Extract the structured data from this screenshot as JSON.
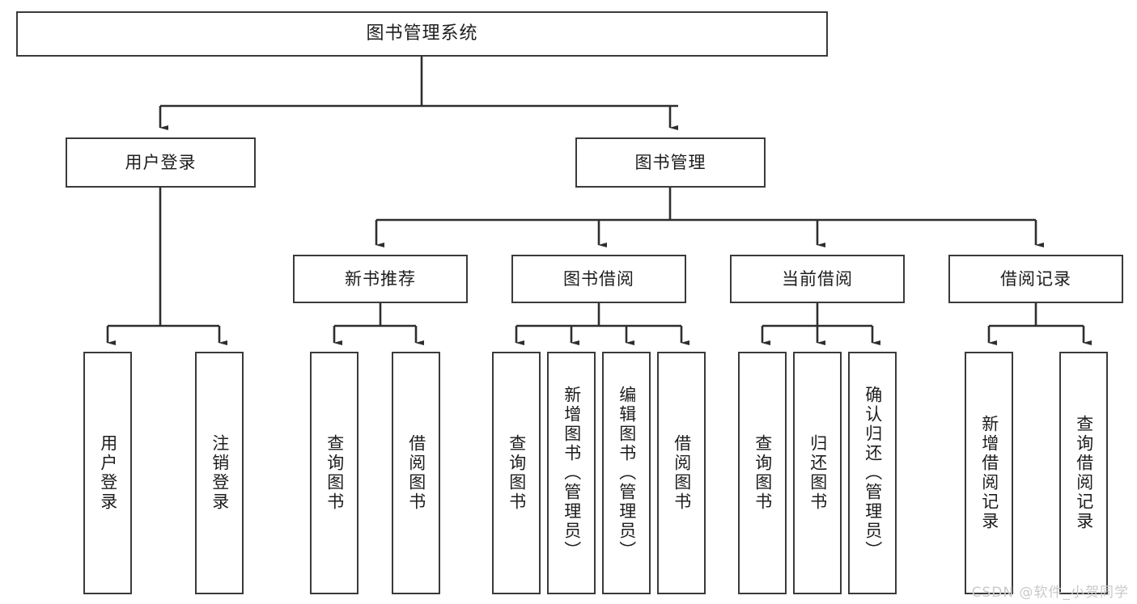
{
  "diagram": {
    "type": "tree",
    "title": "图书管理系统",
    "orientation": "top-down",
    "colors": {
      "box_border": "#3a3a3a",
      "box_fill": "#ffffff",
      "connector": "#2e2e2e",
      "text": "#1d1d1d",
      "watermark": "#c9c9c9"
    }
  },
  "watermark": {
    "text": "CSDN @软件_小贺同学"
  },
  "root": {
    "label": "图书管理系统"
  },
  "level1": [
    {
      "label": "用户登录"
    },
    {
      "label": "图书管理"
    }
  ],
  "level2": [
    {
      "label": "新书推荐"
    },
    {
      "label": "图书借阅"
    },
    {
      "label": "当前借阅"
    },
    {
      "label": "借阅记录"
    }
  ],
  "leaves": {
    "user_login": [
      {
        "label": "用户登录"
      },
      {
        "label": "注销登录"
      }
    ],
    "new_book": [
      {
        "label": "查询图书"
      },
      {
        "label": "借阅图书"
      }
    ],
    "book_borrow": [
      {
        "label": "查询图书"
      },
      {
        "label": "新增图书（管理员）"
      },
      {
        "label": "编辑图书（管理员）"
      },
      {
        "label": "借阅图书"
      }
    ],
    "current_borrow": [
      {
        "label": "查询图书"
      },
      {
        "label": "归还图书"
      },
      {
        "label": "确认归还（管理员）"
      }
    ],
    "borrow_record": [
      {
        "label": "新增借阅记录"
      },
      {
        "label": "查询借阅记录"
      }
    ]
  },
  "chart_data": {
    "type": "table",
    "title": "图书管理系统 功能结构",
    "nodes": [
      {
        "id": "root",
        "label": "图书管理系统",
        "level": 0,
        "parent": null
      },
      {
        "id": "login",
        "label": "用户登录",
        "level": 1,
        "parent": "root"
      },
      {
        "id": "bookmgmt",
        "label": "图书管理",
        "level": 1,
        "parent": "root"
      },
      {
        "id": "newbook",
        "label": "新书推荐",
        "level": 2,
        "parent": "bookmgmt"
      },
      {
        "id": "borrow",
        "label": "图书借阅",
        "level": 2,
        "parent": "bookmgmt"
      },
      {
        "id": "current",
        "label": "当前借阅",
        "level": 2,
        "parent": "bookmgmt"
      },
      {
        "id": "record",
        "label": "借阅记录",
        "level": 2,
        "parent": "bookmgmt"
      },
      {
        "id": "login-1",
        "label": "用户登录",
        "level": 2,
        "parent": "login"
      },
      {
        "id": "login-2",
        "label": "注销登录",
        "level": 2,
        "parent": "login"
      },
      {
        "id": "newbook-1",
        "label": "查询图书",
        "level": 3,
        "parent": "newbook"
      },
      {
        "id": "newbook-2",
        "label": "借阅图书",
        "level": 3,
        "parent": "newbook"
      },
      {
        "id": "borrow-1",
        "label": "查询图书",
        "level": 3,
        "parent": "borrow"
      },
      {
        "id": "borrow-2",
        "label": "新增图书（管理员）",
        "level": 3,
        "parent": "borrow"
      },
      {
        "id": "borrow-3",
        "label": "编辑图书（管理员）",
        "level": 3,
        "parent": "borrow"
      },
      {
        "id": "borrow-4",
        "label": "借阅图书",
        "level": 3,
        "parent": "borrow"
      },
      {
        "id": "current-1",
        "label": "查询图书",
        "level": 3,
        "parent": "current"
      },
      {
        "id": "current-2",
        "label": "归还图书",
        "level": 3,
        "parent": "current"
      },
      {
        "id": "current-3",
        "label": "确认归还（管理员）",
        "level": 3,
        "parent": "current"
      },
      {
        "id": "record-1",
        "label": "新增借阅记录",
        "level": 3,
        "parent": "record"
      },
      {
        "id": "record-2",
        "label": "查询借阅记录",
        "level": 3,
        "parent": "record"
      }
    ]
  }
}
